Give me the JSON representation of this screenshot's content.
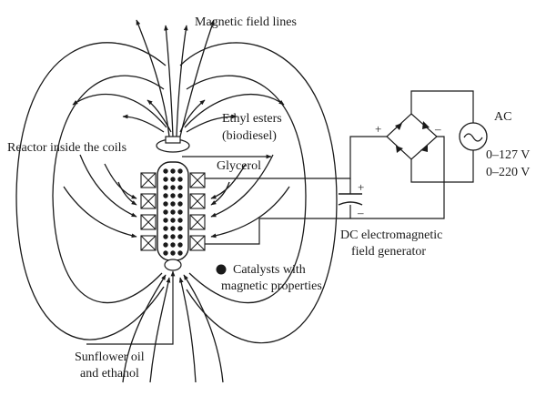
{
  "labels": {
    "magnetic_field_lines": "Magnetic field lines",
    "ethyl_esters": "Ethyl esters",
    "biodiesel": "(biodiesel)",
    "reactor_inside_coils": "Reactor inside the coils",
    "glycerol": "Glycerol",
    "catalysts_line1": "Catalysts with",
    "catalysts_line2": "magnetic properties",
    "sunflower_line1": "Sunflower oil",
    "sunflower_line2": "and ethanol",
    "dc_line1": "DC electromagnetic",
    "dc_line2": "field generator",
    "ac": "AC",
    "v127": "0–127 V",
    "v220": "0–220 V",
    "bridge_plus": "+",
    "bridge_minus": "–",
    "cap_plus": "+",
    "cap_minus": "–"
  }
}
